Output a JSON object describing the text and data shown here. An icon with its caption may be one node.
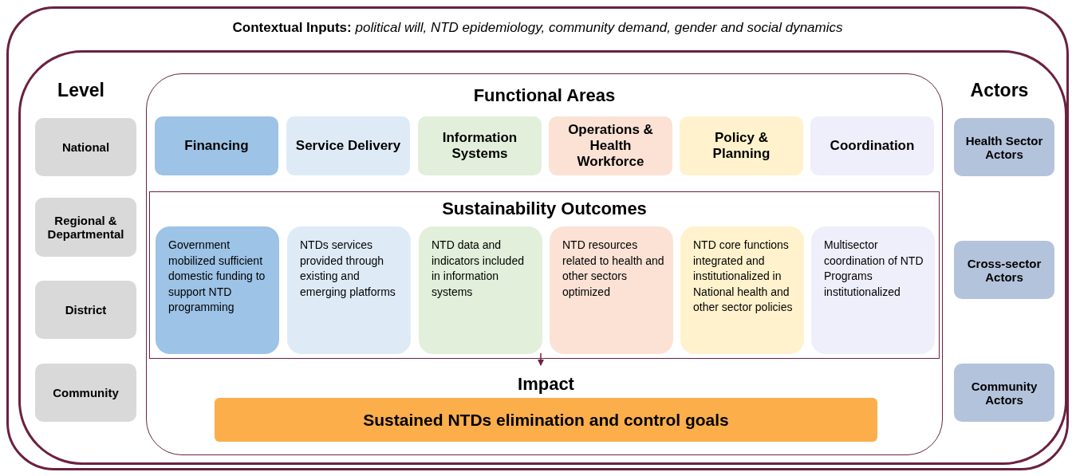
{
  "diagram": {
    "nodes": [
      {
        "text": [
          "**Contextual Inputs:** *political will, NTD epidemiology, community demand, gender and social dynamics*"
        ]
      },
      {
        "text": [],
        "shape": "box",
        "in": 0
      },
      {
        "text": [
          "Functional Areas"
        ],
        "in": 1
      },
      {
        "text": [
          "Financing"
        ],
        "in": 2
      },
      {
        "text": [
          "Service Delivery"
        ],
        "in": 2
      },
      {
        "text": [
          "Information Systems"
        ],
        "in": 2
      },
      {
        "text": [
          "Operations & Health Workforce"
        ],
        "in": 2
      },
      {
        "text": [
          "Policy & Planning"
        ],
        "in": 2
      },
      {
        "text": [
          "Coordination"
        ],
        "in": 2
      },
      {
        "text": [
          "Sustainability Outcomes"
        ],
        "in": 2
      },
      {
        "text": [
          "Government mobilized sufficient domestic funding to support NTD programming"
        ],
        "in": 9
      },
      {
        "text": [
          "NTDs services provided through existing and emerging platforms"
        ],
        "in": 9
      },
      {
        "text": [
          "NTD data and indicators included in information systems"
        ],
        "in": 9
      },
      {
        "text": [
          "NTD resources related to health and other sectors optimized"
        ],
        "in": 9
      },
      {
        "text": [
          "NTD core functions integrated and institutionalized in National health and other sector policies"
        ],
        "in": 9
      },
      {
        "text": [
          "Multisector coordination of NTD Programs institutionalized"
        ],
        "in": 9
      },
      {
        "text": [
          "Impact",
          "Sustained NTDs elimination and control goals"
        ],
        "in": 2
      },
      {
        "text": [
          "National"
        ],
        "in": 1
      },
      {
        "text": [
          "Regional & Departmental"
        ],
        "in": 1
      },
      {
        "text": [
          "District"
        ],
        "in": 1
      },
      {
        "text": [
          "Community"
        ],
        "in": 1
      },
      {
        "text": [
          "Health Sector Actors"
        ],
        "in": 1
      },
      {
        "text": [
          "Cross-sector Actors"
        ],
        "in": 1
      },
      {
        "text": [
          "Community Actors"
        ],
        "in": 1
      }
    ],
    "edges": [
      {
        "from": 9,
        "to": 16,
        "arrow": "to"
      }
    ],
    "labels": [
      "Level",
      "Actors"
    ]
  }
}
